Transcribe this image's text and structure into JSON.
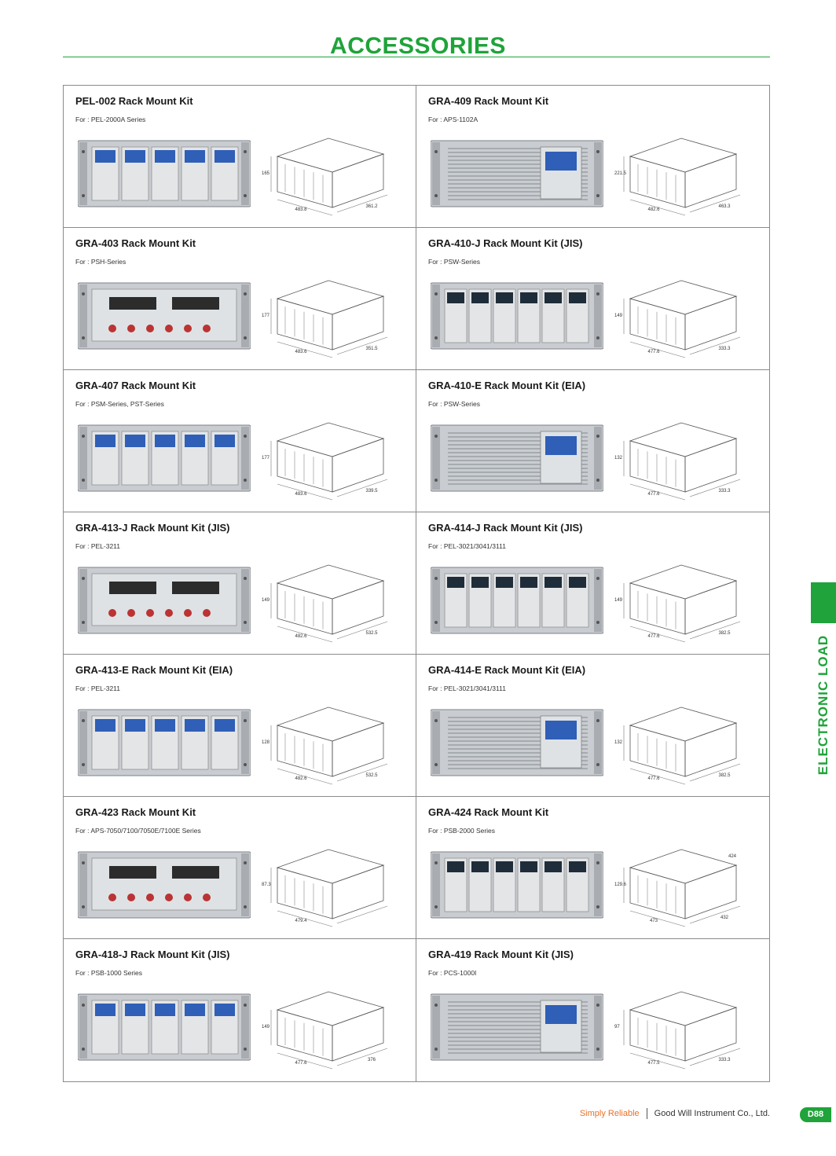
{
  "page": {
    "title": "ACCESSORIES",
    "side_tab": "ELECTRONIC LOAD",
    "footer": {
      "slogan": "Simply Reliable",
      "company": "Good Will Instrument Co., Ltd.",
      "page_number": "D88"
    }
  },
  "colors": {
    "brand_green": "#1fa33a",
    "slogan_orange": "#e8722a",
    "border": "#8a8a8a"
  },
  "products": [
    {
      "title": "PEL-002 Rack Mount Kit",
      "for": "For : PEL-2000A  Series",
      "dims": [
        "165",
        "483.8",
        "361.2"
      ]
    },
    {
      "title": "GRA-409 Rack Mount Kit",
      "for": "For : APS-1102A",
      "dims": [
        "221.5",
        "482.6",
        "463.3"
      ]
    },
    {
      "title": "GRA-403 Rack Mount Kit",
      "for": "For : PSH-Series",
      "dims": [
        "177",
        "483.6",
        "351.5"
      ]
    },
    {
      "title": "GRA-410-J Rack Mount Kit (JIS)",
      "for": "For : PSW-Series",
      "dims": [
        "149",
        "477.6",
        "333.3"
      ]
    },
    {
      "title": "GRA-407 Rack Mount Kit",
      "for": "For : PSM-Series, PST-Series",
      "dims": [
        "177",
        "483.6",
        "339.5"
      ]
    },
    {
      "title": "GRA-410-E Rack Mount Kit (EIA)",
      "for": "For : PSW-Series",
      "dims": [
        "132",
        "477.6",
        "333.3"
      ]
    },
    {
      "title": "GRA-413-J Rack Mount Kit (JIS)",
      "for": "For : PEL-3211",
      "dims": [
        "149",
        "482.6",
        "532.5"
      ]
    },
    {
      "title": "GRA-414-J Rack Mount Kit (JIS)",
      "for": "For : PEL-3021/3041/3111",
      "dims": [
        "149",
        "477.6",
        "382.5"
      ]
    },
    {
      "title": "GRA-413-E Rack Mount Kit (EIA)",
      "for": "For : PEL-3211",
      "dims": [
        "128",
        "482.6",
        "532.5"
      ]
    },
    {
      "title": "GRA-414-E Rack Mount Kit (EIA)",
      "for": "For : PEL-3021/3041/3111",
      "dims": [
        "132",
        "477.6",
        "382.5"
      ]
    },
    {
      "title": "GRA-423 Rack Mount Kit",
      "for": "For : APS-7050/7100/7050E/7100E Series",
      "dims": [
        "87.3",
        "479.4"
      ]
    },
    {
      "title": "GRA-424 Rack Mount Kit",
      "for": "For : PSB-2000 Series",
      "dims": [
        "129.6",
        "473",
        "432",
        "424"
      ]
    },
    {
      "title": "GRA-418-J Rack Mount Kit (JIS)",
      "for": "For : PSB-1000 Series",
      "dims": [
        "149",
        "477.6",
        "376"
      ]
    },
    {
      "title": "GRA-419  Rack Mount Kit (JIS)",
      "for": "For : PCS-1000I",
      "dims": [
        "97",
        "477.5",
        "333.3"
      ]
    }
  ]
}
